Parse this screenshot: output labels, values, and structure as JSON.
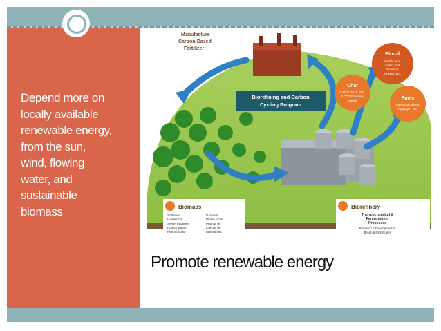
{
  "left_panel": {
    "lines": [
      "Depend more on",
      "locally available",
      "renewable energy,",
      "from the sun,",
      "wind, flowing",
      "water, and",
      "sustainable",
      "biomass"
    ]
  },
  "caption": "Promote renewable energy",
  "diagram": {
    "fertilizer_lines": [
      "Manufacture",
      "Carbon-Based",
      "Fertilizer"
    ],
    "program_lines": [
      "Biorefining and Carbon",
      "Cycling Program"
    ],
    "biooil_title": "Bio-oil",
    "biooil_lines": [
      "Vanillic acid,",
      "Acetic acid,",
      "Guaiacol,",
      "Phenol, etc."
    ],
    "char_title": "Char",
    "char_lines": [
      "Carbon, NH3, SO2,",
      "& CO2 Scrubbing",
      "media"
    ],
    "fuels_title": "Fuels",
    "fuels_lines": [
      "Ethanol,Biodiesel,",
      "Hydrogen, etc."
    ],
    "biomass_title": "Biomass",
    "biomass_col1": [
      "Softwood",
      "Hardwood",
      "Sweet potatoes",
      "Poultry waste",
      "Peanut hulls"
    ],
    "biomass_col2": [
      "Grasses",
      "Waste fruits",
      "Peanut oil",
      "Canola oil",
      "Animal fats"
    ],
    "biorefinery_title": "Biorefinery",
    "biorefinery_lines": [
      "Thermochemical &",
      "Fermentation",
      "Processes"
    ],
    "biorefinery_sub": [
      "Research & Development at",
      "Bench & Pilot Scales"
    ]
  },
  "colors": {
    "accent_panel": "#d9664a",
    "band": "#8fb4b8",
    "arrow_blue": "#2f7fc4",
    "orange_label": "#e8782a"
  }
}
